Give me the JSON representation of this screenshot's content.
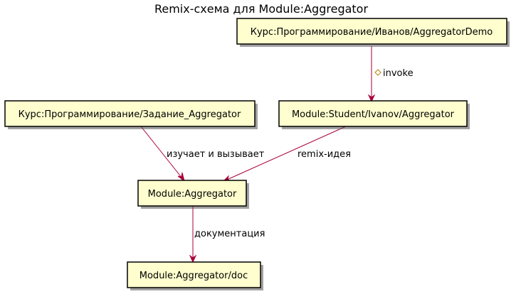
{
  "title": "Remix-схема для Module:Aggregator",
  "nodes": {
    "demo": "Курс:Программирование/Иванов/AggregatorDemo",
    "task": "Курс:Программирование/Задание_Aggregator",
    "student": "Module:Student/Ivanov/Aggregator",
    "aggregator": "Module:Aggregator",
    "doc": "Module:Aggregator/doc"
  },
  "edges": {
    "demo_to_student": "invoke",
    "task_to_aggregator": "изучает и вызывает",
    "student_to_aggregator": "remix-идея",
    "aggregator_to_doc": "документация"
  },
  "colors": {
    "node_fill": "#FEFECE",
    "node_border": "#000000",
    "edge": "#A80036",
    "diamond_border": "#b8860b"
  }
}
